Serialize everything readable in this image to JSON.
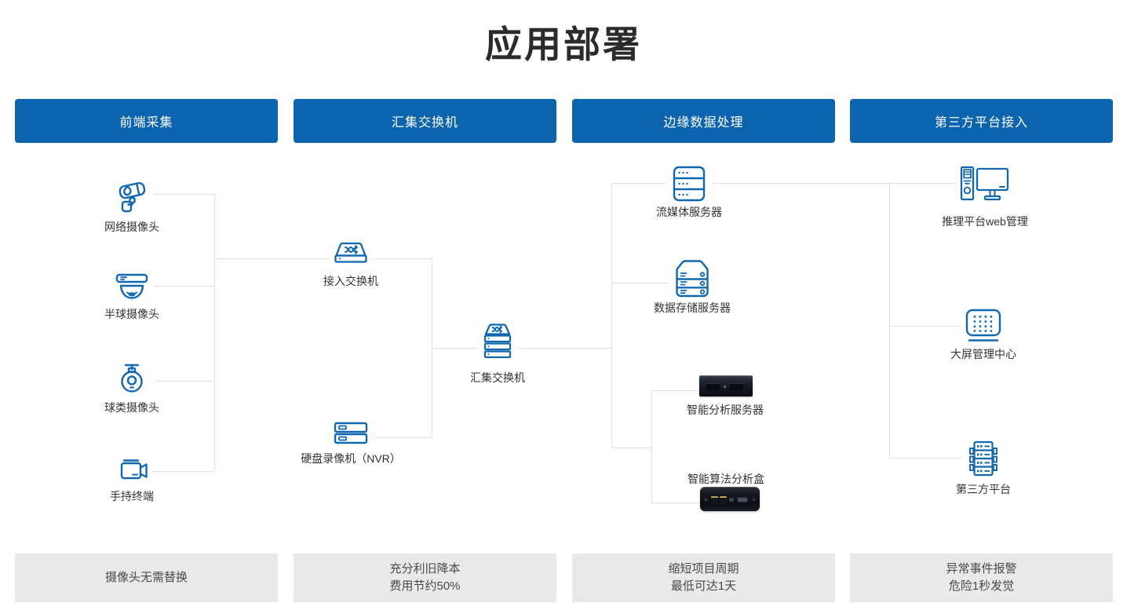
{
  "title": "应用部署",
  "columns": [
    {
      "header": "前端采集",
      "footer_line1": "摄像头无需替换",
      "footer_line2": ""
    },
    {
      "header": "汇集交换机",
      "footer_line1": "充分利旧降本",
      "footer_line2": "费用节约50%"
    },
    {
      "header": "边缘数据处理",
      "footer_line1": "缩短项目周期",
      "footer_line2": "最低可达1天"
    },
    {
      "header": "第三方平台接入",
      "footer_line1": "异常事件报警",
      "footer_line2": "危险1秒发觉"
    }
  ],
  "nodes": {
    "network_camera": {
      "label": "网络摄像头"
    },
    "dome_camera": {
      "label": "半球摄像头"
    },
    "ball_camera": {
      "label": "球类摄像头"
    },
    "handheld_terminal": {
      "label": "手持终端"
    },
    "access_switch": {
      "label": "接入交换机"
    },
    "nvr": {
      "label": "硬盘录像机（NVR）"
    },
    "aggregation_switch": {
      "label": "汇集交换机"
    },
    "streaming_server": {
      "label": "流媒体服务器"
    },
    "storage_server": {
      "label": "数据存储服务器"
    },
    "analysis_server": {
      "label": "智能分析服务器"
    },
    "algorithm_box": {
      "label": "智能算法分析盒"
    },
    "inference_web": {
      "label": "推理平台web管理"
    },
    "big_screen": {
      "label": "大屏管理中心"
    },
    "third_party": {
      "label": "第三方平台"
    }
  },
  "colors": {
    "header_blue": "#0c63ae",
    "icon_blue": "#1268b0",
    "line_gray": "#e1e1e1",
    "footer_bg": "#e9e9e9",
    "title_text": "#2b2b2b",
    "label_text": "#333333",
    "footer_text": "#4a4a4a"
  }
}
